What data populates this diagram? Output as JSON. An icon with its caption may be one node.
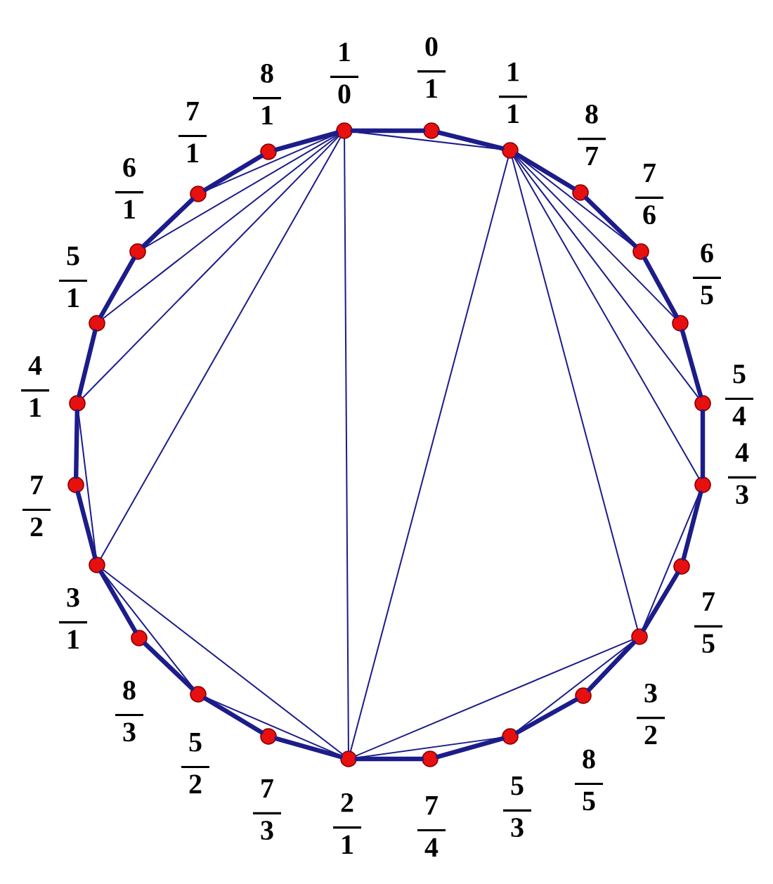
{
  "diagram": {
    "nodes": [
      {
        "text": [],
        "shape": "circle",
        "beside": [
          "1",
          "0"
        ]
      },
      {
        "text": [],
        "shape": "circle",
        "beside": [
          "0",
          "1"
        ]
      },
      {
        "text": [],
        "shape": "circle",
        "beside": [
          "1",
          "1"
        ]
      },
      {
        "text": [],
        "shape": "circle",
        "beside": [
          "8",
          "7"
        ]
      },
      {
        "text": [],
        "shape": "circle",
        "beside": [
          "7",
          "6"
        ]
      },
      {
        "text": [],
        "shape": "circle",
        "beside": [
          "6",
          "5"
        ]
      },
      {
        "text": [],
        "shape": "circle",
        "beside": [
          "5",
          "4"
        ]
      },
      {
        "text": [],
        "shape": "circle",
        "beside": [
          "4",
          "3"
        ]
      },
      {
        "text": [],
        "shape": "circle",
        "beside": [
          "7",
          "5"
        ]
      },
      {
        "text": [],
        "shape": "circle",
        "beside": [
          "3",
          "2"
        ]
      },
      {
        "text": [],
        "shape": "circle",
        "beside": [
          "8",
          "5"
        ]
      },
      {
        "text": [],
        "shape": "circle",
        "beside": [
          "5",
          "3"
        ]
      },
      {
        "text": [],
        "shape": "circle",
        "beside": [
          "7",
          "4"
        ]
      },
      {
        "text": [],
        "shape": "circle",
        "beside": [
          "2",
          "1"
        ]
      },
      {
        "text": [],
        "shape": "circle",
        "beside": [
          "7",
          "3"
        ]
      },
      {
        "text": [],
        "shape": "circle",
        "beside": [
          "5",
          "2"
        ]
      },
      {
        "text": [],
        "shape": "circle",
        "beside": [
          "8",
          "3"
        ]
      },
      {
        "text": [],
        "shape": "circle",
        "beside": [
          "3",
          "1"
        ]
      },
      {
        "text": [],
        "shape": "circle",
        "beside": [
          "7",
          "2"
        ]
      },
      {
        "text": [],
        "shape": "circle",
        "beside": [
          "4",
          "1"
        ]
      },
      {
        "text": [],
        "shape": "circle",
        "beside": [
          "5",
          "1"
        ]
      },
      {
        "text": [],
        "shape": "circle",
        "beside": [
          "6",
          "1"
        ]
      },
      {
        "text": [],
        "shape": "circle",
        "beside": [
          "7",
          "1"
        ]
      },
      {
        "text": [],
        "shape": "circle",
        "beside": [
          "8",
          "1"
        ]
      }
    ],
    "edges": [
      {
        "from": 0,
        "to": 1,
        "arrow": "none"
      },
      {
        "from": 1,
        "to": 2,
        "arrow": "none"
      },
      {
        "from": 2,
        "to": 3,
        "arrow": "none"
      },
      {
        "from": 3,
        "to": 4,
        "arrow": "none"
      },
      {
        "from": 4,
        "to": 5,
        "arrow": "none"
      },
      {
        "from": 5,
        "to": 6,
        "arrow": "none"
      },
      {
        "from": 6,
        "to": 7,
        "arrow": "none"
      },
      {
        "from": 7,
        "to": 8,
        "arrow": "none"
      },
      {
        "from": 8,
        "to": 9,
        "arrow": "none"
      },
      {
        "from": 9,
        "to": 10,
        "arrow": "none"
      },
      {
        "from": 10,
        "to": 11,
        "arrow": "none"
      },
      {
        "from": 11,
        "to": 12,
        "arrow": "none"
      },
      {
        "from": 12,
        "to": 13,
        "arrow": "none"
      },
      {
        "from": 13,
        "to": 14,
        "arrow": "none"
      },
      {
        "from": 14,
        "to": 15,
        "arrow": "none"
      },
      {
        "from": 15,
        "to": 16,
        "arrow": "none"
      },
      {
        "from": 16,
        "to": 17,
        "arrow": "none"
      },
      {
        "from": 17,
        "to": 18,
        "arrow": "none"
      },
      {
        "from": 18,
        "to": 19,
        "arrow": "none"
      },
      {
        "from": 19,
        "to": 20,
        "arrow": "none"
      },
      {
        "from": 20,
        "to": 21,
        "arrow": "none"
      },
      {
        "from": 21,
        "to": 22,
        "arrow": "none"
      },
      {
        "from": 22,
        "to": 23,
        "arrow": "none"
      },
      {
        "from": 23,
        "to": 0,
        "arrow": "none"
      },
      {
        "from": 0,
        "to": 2,
        "arrow": "none"
      },
      {
        "from": 0,
        "to": 13,
        "arrow": "none"
      },
      {
        "from": 0,
        "to": 17,
        "arrow": "none"
      },
      {
        "from": 0,
        "to": 19,
        "arrow": "none"
      },
      {
        "from": 0,
        "to": 20,
        "arrow": "none"
      },
      {
        "from": 0,
        "to": 21,
        "arrow": "none"
      },
      {
        "from": 0,
        "to": 22,
        "arrow": "none"
      },
      {
        "from": 2,
        "to": 4,
        "arrow": "none"
      },
      {
        "from": 2,
        "to": 5,
        "arrow": "none"
      },
      {
        "from": 2,
        "to": 6,
        "arrow": "none"
      },
      {
        "from": 2,
        "to": 7,
        "arrow": "none"
      },
      {
        "from": 2,
        "to": 9,
        "arrow": "none"
      },
      {
        "from": 2,
        "to": 13,
        "arrow": "none"
      },
      {
        "from": 13,
        "to": 9,
        "arrow": "none"
      },
      {
        "from": 13,
        "to": 11,
        "arrow": "none"
      },
      {
        "from": 13,
        "to": 17,
        "arrow": "none"
      },
      {
        "from": 13,
        "to": 15,
        "arrow": "none"
      },
      {
        "from": 9,
        "to": 7,
        "arrow": "none"
      },
      {
        "from": 9,
        "to": 11,
        "arrow": "none"
      },
      {
        "from": 17,
        "to": 15,
        "arrow": "none"
      },
      {
        "from": 17,
        "to": 19,
        "arrow": "none"
      }
    ]
  }
}
